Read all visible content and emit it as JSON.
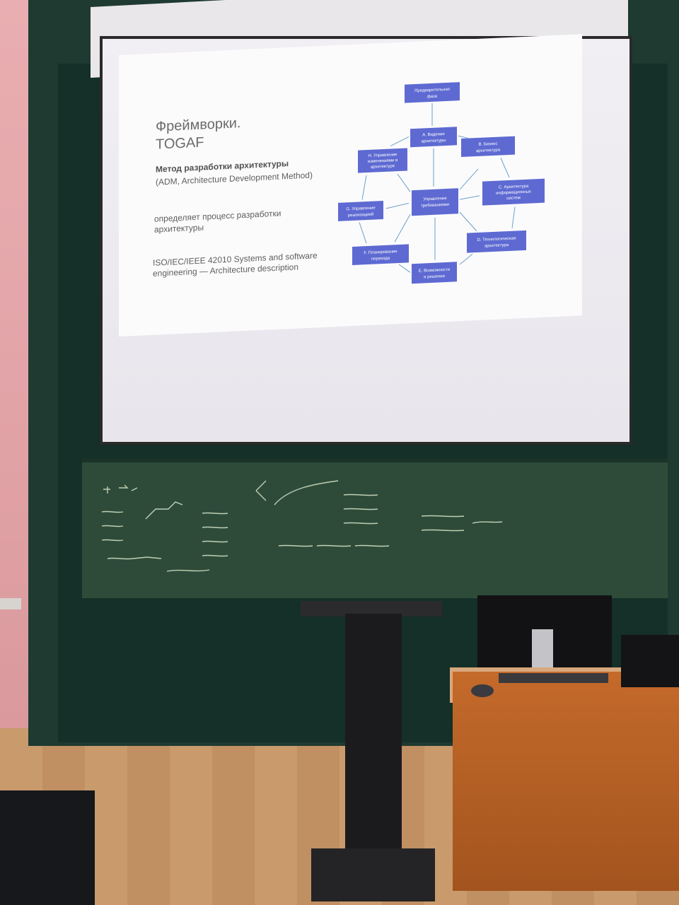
{
  "slide": {
    "title": [
      "Фреймворки.",
      "TOGAF"
    ],
    "subtitle": "Метод разработки архитектуры",
    "subtitle_note": "(ADM, Architecture Development Method)",
    "para1": [
      "определяет процесс разработки",
      "архитектуры"
    ],
    "para2": [
      "ISO/IEC/IEEE 42010 Systems and software",
      "engineering — Architecture description"
    ],
    "diagram": {
      "prelim": [
        "Предварительная",
        "фаза"
      ],
      "a": [
        "A. Видение",
        "архитектуры"
      ],
      "b": [
        "B. Бизнес",
        "архитектура"
      ],
      "c": [
        "C. Архитектура",
        "информационных",
        "систем"
      ],
      "d": [
        "D. Технологическая",
        "архитектура"
      ],
      "e": [
        "E. Возможности",
        "и решения"
      ],
      "f": [
        "F. Планирование",
        "перехода"
      ],
      "g": [
        "G. Управление",
        "реализацией"
      ],
      "h": [
        "H. Управление",
        "изменениями в",
        "архитектуре"
      ],
      "center": [
        "Управление",
        "требованиями"
      ]
    }
  },
  "colors": {
    "wall": "#e4a7ab",
    "board": "#1e3a31",
    "chalkboard": "#2e4b3a",
    "box_fill": "#5e6ad2",
    "box_text": "#ffffff",
    "slide_title": "#6b6b6b"
  }
}
